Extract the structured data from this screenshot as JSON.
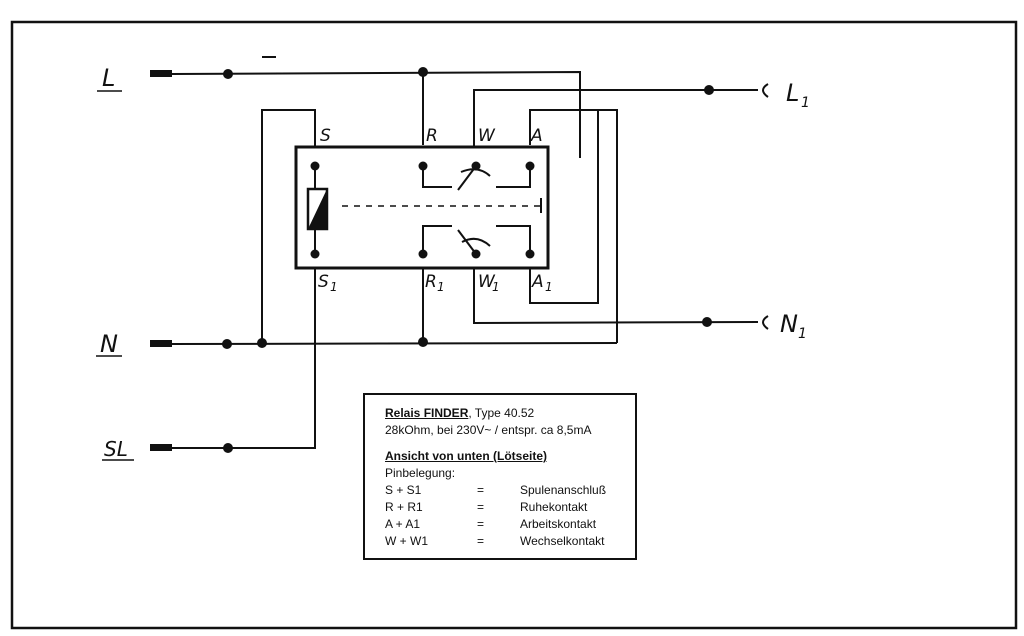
{
  "diagram": {
    "line_color": "#111111",
    "terminal_labels": {
      "L": "L",
      "N": "N",
      "SL": "SL",
      "L1": "L",
      "L1_sub": "1",
      "N1": "N",
      "N1_sub": "1"
    },
    "pin_labels": {
      "S": "S",
      "R": "R",
      "W": "W",
      "A": "A",
      "S1": "S",
      "S1_sub": "1",
      "R1": "R",
      "R1_sub": "1",
      "W1": "W",
      "W1_sub": "1",
      "A1": "A",
      "A1_sub": "1"
    }
  },
  "legend": {
    "title": "Relais FINDER",
    "type": ", Type 40.52",
    "spec": "28kOhm, bei 230V~ / entspr. ca 8,5mA",
    "view_heading": "Ansicht von unten (Lötseite)",
    "pin_heading": "Pinbelegung:",
    "pins": [
      {
        "pins": "S + S1",
        "eq": "=",
        "desc": "Spulenanschluß"
      },
      {
        "pins": "R + R1",
        "eq": "=",
        "desc": "Ruhekontakt"
      },
      {
        "pins": "A + A1",
        "eq": "=",
        "desc": "Arbeitskontakt"
      },
      {
        "pins": "W + W1",
        "eq": "=",
        "desc": "Wechselkontakt"
      }
    ]
  }
}
